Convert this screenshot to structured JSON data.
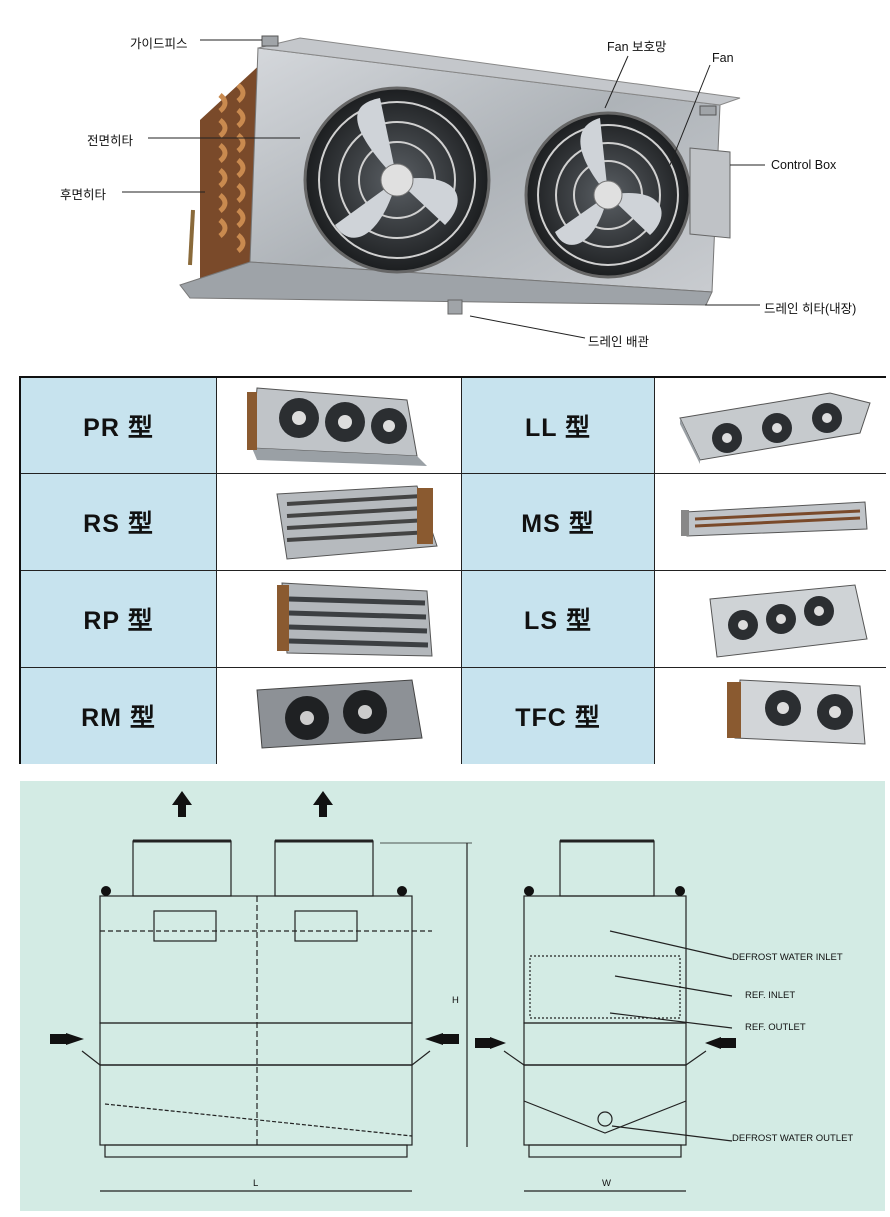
{
  "hero": {
    "callouts": {
      "guide_piece": "가이드피스",
      "front_heater": "전면히타",
      "rear_heater": "후면히타",
      "fan_guard": "Fan 보호망",
      "fan": "Fan",
      "control_box": "Control Box",
      "drain_heater": "드레인 히타(내장)",
      "drain_pipe": "드레인 배관"
    }
  },
  "models": [
    {
      "label": "PR 型",
      "fans": 3
    },
    {
      "label": "LL 型",
      "fans": 3
    },
    {
      "label": "RS 型",
      "fans": 0
    },
    {
      "label": "MS 型",
      "fans": 0
    },
    {
      "label": "RP 型",
      "fans": 0
    },
    {
      "label": "LS 型",
      "fans": 3
    },
    {
      "label": "RM 型",
      "fans": 2
    },
    {
      "label": "TFC 型",
      "fans": 2
    }
  ],
  "drawing": {
    "labels": {
      "defrost_inlet": "DEFROST WATER INLET",
      "ref_inlet": "REF. INLET",
      "ref_outlet": "REF. OUTLET",
      "defrost_outlet": "DEFROST  WATER OUTLET",
      "dim_h": "H",
      "dim_l": "L",
      "dim_w": "W"
    }
  },
  "colors": {
    "label_bg": "#c7e3ee",
    "drawing_bg": "#d3ebe4",
    "unit_metal": "#b8bcc0"
  }
}
